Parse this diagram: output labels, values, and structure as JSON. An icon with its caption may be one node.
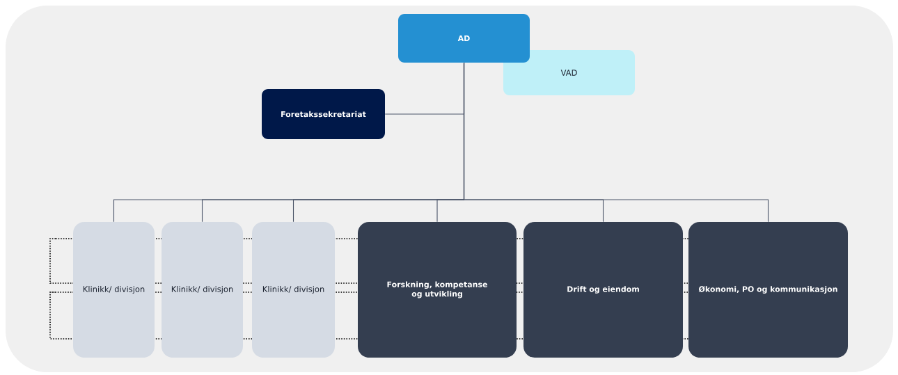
{
  "diagram": {
    "nodes": [
      {
        "text": [
          "AD"
        ]
      },
      {
        "text": [
          "VAD"
        ]
      },
      {
        "text": [
          "Foretakssekretariat"
        ]
      },
      {
        "text": [
          "Klinikk/ divisjon"
        ]
      },
      {
        "text": [
          "Klinikk/ divisjon"
        ]
      },
      {
        "text": [
          "Klinikk/ divisjon"
        ]
      },
      {
        "text": [
          "Forskning, kompetanse og utvikling"
        ]
      },
      {
        "text": [
          "Drift og eiendom"
        ]
      },
      {
        "text": [
          "Økonomi, PO og kommunikasjon"
        ]
      }
    ],
    "edges": [
      {
        "from": 0,
        "to": 2,
        "arrow": "none"
      },
      {
        "from": 0,
        "to": 3,
        "arrow": "none"
      },
      {
        "from": 0,
        "to": 4,
        "arrow": "none"
      },
      {
        "from": 0,
        "to": 5,
        "arrow": "none"
      },
      {
        "from": 0,
        "to": 6,
        "arrow": "none"
      },
      {
        "from": 0,
        "to": 7,
        "arrow": "none"
      },
      {
        "from": 0,
        "to": 8,
        "arrow": "none"
      }
    ]
  }
}
